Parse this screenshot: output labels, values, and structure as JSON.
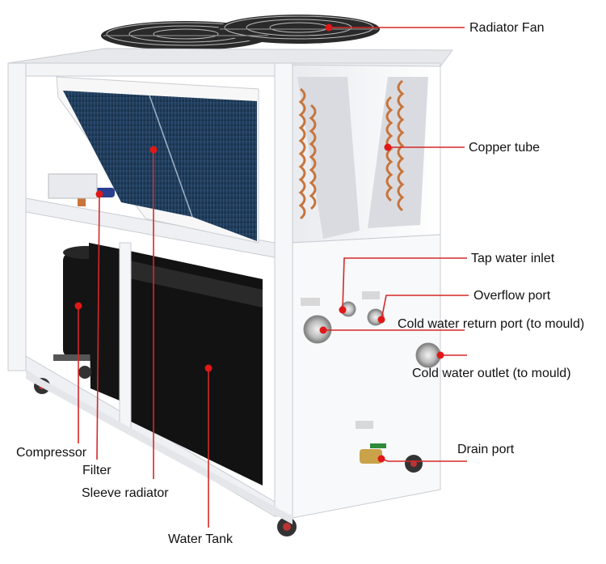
{
  "colors": {
    "leader_line": "#d62828",
    "marker_dot": "#e01818",
    "frame": "#f0f1f4",
    "panel_dark": "#141414",
    "coil_blue": "#1c3a5c",
    "copper": "#c8743a"
  },
  "labels": {
    "radiator_fan": "Radiator Fan",
    "copper_tube": "Copper tube",
    "tap_water_inlet": "Tap water inlet",
    "overflow_port": "Overflow port",
    "cold_water_return_port": "Cold water return port (to mould)",
    "cold_water_outlet": "Cold water outlet (to mould)",
    "drain_port": "Drain port",
    "compressor": "Compressor",
    "filter": "Filter",
    "sleeve_radiator": "Sleeve radiator",
    "water_tank": "Water Tank"
  }
}
